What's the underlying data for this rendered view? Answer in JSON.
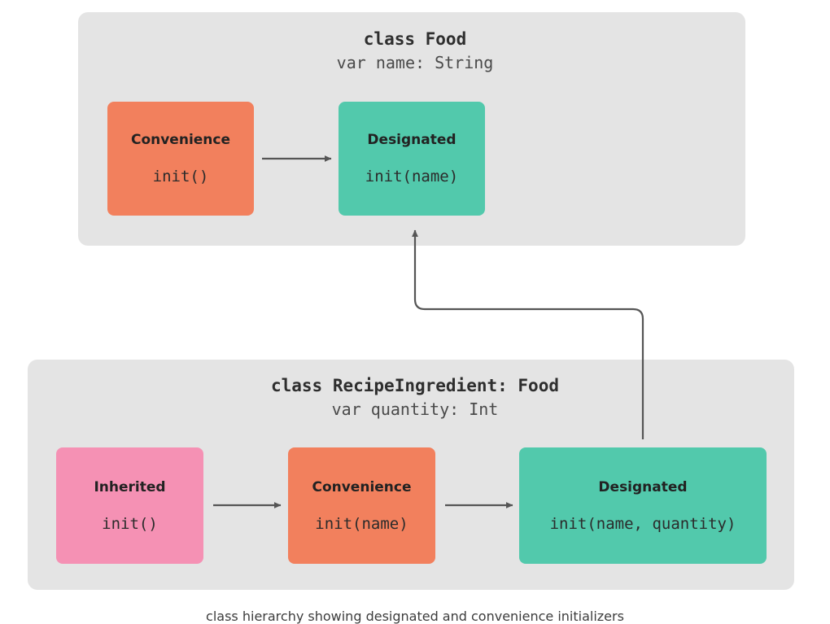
{
  "diagram": {
    "title_caption": "class hierarchy showing designated and convenience initializers",
    "background_color": "#ffffff",
    "panel_color": "#e4e4e4",
    "connector_color": "#555555",
    "colors": {
      "convenience": "#f2805d",
      "designated": "#52c9ac",
      "inherited": "#f591b4"
    },
    "panels": [
      {
        "id": "food",
        "title": "class Food",
        "subtitle": "var name: String",
        "boxes": [
          {
            "id": "food-convenience",
            "kind": "Convenience",
            "signature": "init()",
            "color": "#f2805d"
          },
          {
            "id": "food-designated",
            "kind": "Designated",
            "signature": "init(name)",
            "color": "#52c9ac"
          }
        ]
      },
      {
        "id": "recipeingredient",
        "title": "class RecipeIngredient: Food",
        "subtitle": "var quantity: Int",
        "boxes": [
          {
            "id": "ri-inherited",
            "kind": "Inherited",
            "signature": "init()",
            "color": "#f591b4"
          },
          {
            "id": "ri-convenience",
            "kind": "Convenience",
            "signature": "init(name)",
            "color": "#f2805d"
          },
          {
            "id": "ri-designated",
            "kind": "Designated",
            "signature": "init(name, quantity)",
            "color": "#52c9ac"
          }
        ]
      }
    ],
    "arrows": [
      {
        "id": "food-convenience-to-designated",
        "from": "food-convenience",
        "to": "food-designated",
        "kind": "straight-right"
      },
      {
        "id": "ri-inherited-to-convenience",
        "from": "ri-inherited",
        "to": "ri-convenience",
        "kind": "straight-right"
      },
      {
        "id": "ri-convenience-to-designated",
        "from": "ri-convenience",
        "to": "ri-designated",
        "kind": "straight-right"
      },
      {
        "id": "ri-designated-to-food-designated",
        "from": "ri-designated",
        "to": "food-designated",
        "kind": "elbow-up"
      }
    ]
  }
}
